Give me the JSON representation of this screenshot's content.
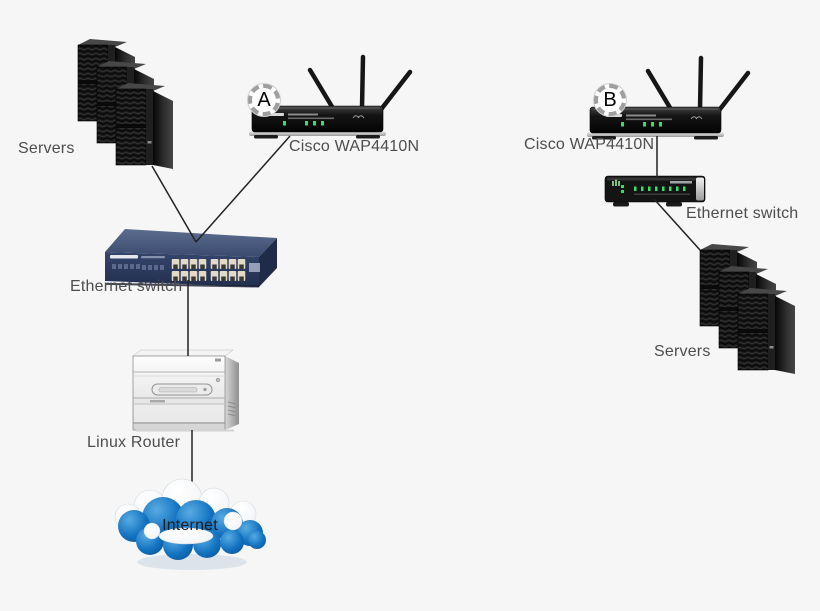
{
  "diagram": {
    "nodes": {
      "servers_a": {
        "label": "Servers"
      },
      "wap_a": {
        "label": "Cisco WAP4410N",
        "badge": "A"
      },
      "switch_a": {
        "label": "Ethernet switch"
      },
      "router": {
        "label": "Linux Router"
      },
      "internet": {
        "label": "Internet"
      },
      "wap_b": {
        "label": "Cisco WAP4410N",
        "badge": "B"
      },
      "switch_b": {
        "label": "Ethernet switch"
      },
      "servers_b": {
        "label": "Servers"
      }
    },
    "connections": [
      {
        "from": "servers_a",
        "to": "switch_a"
      },
      {
        "from": "wap_a",
        "to": "switch_a"
      },
      {
        "from": "switch_a",
        "to": "router"
      },
      {
        "from": "router",
        "to": "internet"
      },
      {
        "from": "wap_b",
        "to": "switch_b"
      },
      {
        "from": "switch_b",
        "to": "servers_b"
      }
    ],
    "colors": {
      "background": "#f6f6f6",
      "line": "#222222",
      "label_text": "#4d4d4d",
      "switch_blue_front": "#2d3c60",
      "switch_blue_top": "#4e5f83",
      "port_beige": "#e2d9c6",
      "device_black": "#121212",
      "led_green": "#35e06a",
      "cloud_blue": "#0b64b0",
      "cloud_white": "#ffffff",
      "router_silver": "#e2e2e2"
    }
  }
}
